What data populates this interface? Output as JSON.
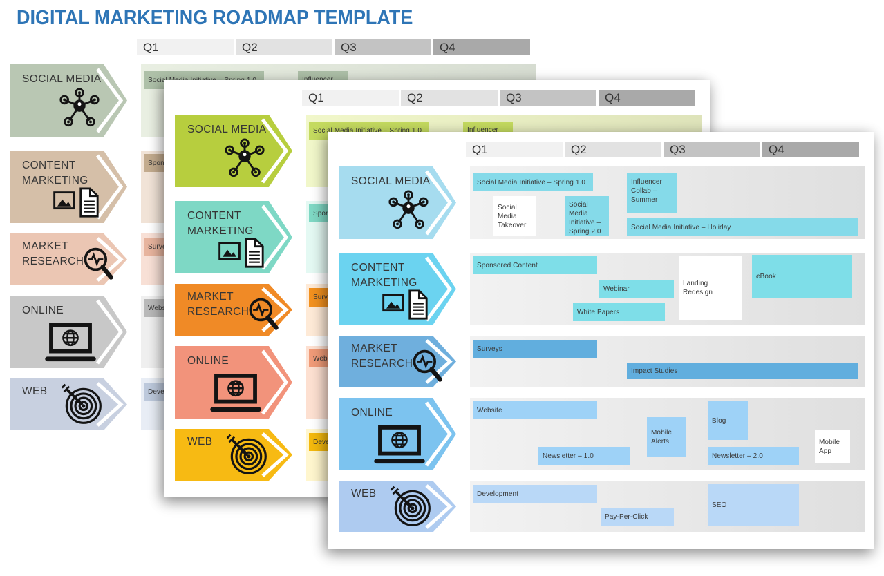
{
  "title": "DIGITAL MARKETING ROADMAP TEMPLATE",
  "title_color": "#2e75b6",
  "quarters": [
    "Q1",
    "Q2",
    "Q3",
    "Q4"
  ],
  "quarter_colors": [
    "#f1f1f1",
    "#e2e2e2",
    "#c3c3c3",
    "#a9a9a9"
  ],
  "header_text_color": "#333333",
  "bar_text_color": "#3a3a3a",
  "white_box_color": "#ffffff",
  "rows": [
    {
      "id": "social",
      "label": "SOCIAL MEDIA",
      "icon": "network-icon"
    },
    {
      "id": "content",
      "label": "CONTENT MARKETING",
      "icon": "image-document-icon"
    },
    {
      "id": "research",
      "label": "MARKET RESEARCH",
      "icon": "magnifier-pulse-icon"
    },
    {
      "id": "online",
      "label": "ONLINE",
      "icon": "laptop-globe-icon"
    },
    {
      "id": "web",
      "label": "WEB",
      "icon": "target-dart-icon"
    }
  ],
  "tasks": {
    "social": [
      {
        "id": "spring1",
        "label": "Social Media Initiative – Spring 1.0"
      },
      {
        "id": "takeover",
        "label": "Social Media Takeover"
      },
      {
        "id": "spring2",
        "label": "Social Media Initiative – Spring 2.0"
      },
      {
        "id": "influencer",
        "label": "Influencer Collab – Summer"
      },
      {
        "id": "holiday",
        "label": "Social Media Initiative – Holiday"
      }
    ],
    "content": [
      {
        "id": "sponsored",
        "label": "Sponsored Content"
      },
      {
        "id": "webinar",
        "label": "Webinar"
      },
      {
        "id": "whitepapers",
        "label": "White Papers"
      },
      {
        "id": "landing",
        "label": "Landing Redesign"
      },
      {
        "id": "ebook",
        "label": "eBook"
      }
    ],
    "research": [
      {
        "id": "surveys",
        "label": "Surveys"
      },
      {
        "id": "impact",
        "label": "Impact Studies"
      }
    ],
    "online": [
      {
        "id": "website",
        "label": "Website"
      },
      {
        "id": "newsletter1",
        "label": "Newsletter – 1.0"
      },
      {
        "id": "mobilealerts",
        "label": "Mobile Alerts"
      },
      {
        "id": "blog",
        "label": "Blog"
      },
      {
        "id": "newsletter2",
        "label": "Newsletter – 2.0"
      },
      {
        "id": "mobileapp",
        "label": "Mobile App"
      }
    ],
    "web": [
      {
        "id": "development",
        "label": "Development"
      },
      {
        "id": "payperclick",
        "label": "Pay-Per-Click"
      },
      {
        "id": "seo",
        "label": "SEO"
      }
    ]
  },
  "charts": [
    {
      "id": "back",
      "schemes": {
        "social": {
          "arrow": "#b9c7b3",
          "bar": "#aec0a8",
          "track": "#e4eade"
        },
        "content": {
          "arrow": "#d5bfa8",
          "bar": "#c3ab8e",
          "track": "#ecdfd3"
        },
        "research": {
          "arrow": "#ebc6b3",
          "bar": "#e7b49e",
          "track": "#f3dcd2"
        },
        "online": {
          "arrow": "#c8c8c8",
          "bar": "#b9b9b9",
          "track": "#eaeaea"
        },
        "web": {
          "arrow": "#c8d0e0",
          "bar": "#bdc9dc",
          "track": "#e3e8f0"
        }
      }
    },
    {
      "id": "middle",
      "schemes": {
        "social": {
          "arrow": "#b7ce3e",
          "bar": "#c4da5f",
          "track": "#ecf2c6"
        },
        "content": {
          "arrow": "#7ed8c5",
          "bar": "#7fd8c4",
          "track": "#e0f4ee"
        },
        "research": {
          "arrow": "#f08a26",
          "bar": "#f2911f",
          "track": "#f9e5d3"
        },
        "online": {
          "arrow": "#f2937b",
          "bar": "#f09b78",
          "track": "#f8dccd"
        },
        "web": {
          "arrow": "#f7ba13",
          "bar": "#f4b90e",
          "track": "#fbf1ca"
        }
      }
    },
    {
      "id": "front",
      "schemes": {
        "social": {
          "arrow": "#a6dcef",
          "bar": "#85dae9",
          "track": "#ededed"
        },
        "content": {
          "arrow": "#6bd3f0",
          "bar": "#7edee8",
          "track": "#ededed"
        },
        "research": {
          "arrow": "#6fafdd",
          "bar": "#61aede",
          "track": "#ededed"
        },
        "online": {
          "arrow": "#7cc3ef",
          "bar": "#9ed2f7",
          "track": "#ededed"
        },
        "web": {
          "arrow": "#aecbf0",
          "bar": "#b9d8f7",
          "track": "#ededed"
        }
      }
    }
  ]
}
